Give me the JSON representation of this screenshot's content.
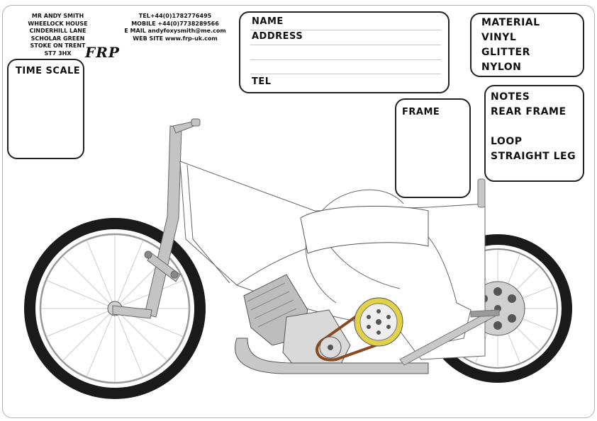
{
  "owner_address": {
    "lines": [
      "MR ANDY SMITH",
      "WHEELOCK HOUSE",
      "CINDERHILL LANE",
      "SCHOLAR GREEN",
      "STOKE ON TRENT",
      "ST7 3HX"
    ]
  },
  "contact": {
    "lines": [
      "TEL+44(0)1782776495",
      "MOBILE +44(0)7738289566",
      "E MAIL andyfoxysmith@me.com",
      "WEB SITE www.frp-uk.com"
    ]
  },
  "logo_text": "FRP",
  "customer_form": {
    "name_label": "NAME",
    "address_label": "ADDRESS",
    "tel_label": "TEL"
  },
  "material_box": {
    "items": [
      "MATERIAL",
      "VINYL",
      "GLITTER",
      "NYLON"
    ]
  },
  "time_scale_label": "TIME SCALE",
  "frame_label": "FRAME",
  "notes_box": {
    "lines": [
      "NOTES",
      "REAR FRAME",
      "",
      "LOOP",
      "STRAIGHT LEG"
    ]
  },
  "illustration": {
    "subject": "speedway-motorcycle-outline",
    "colors": {
      "tyre": "#1a1a1a",
      "frame": "#b8b8b8",
      "chain": "#8a4a20",
      "hub": "#d0d0d0",
      "clutch": "#e2d24a",
      "outline": "#555555"
    }
  }
}
